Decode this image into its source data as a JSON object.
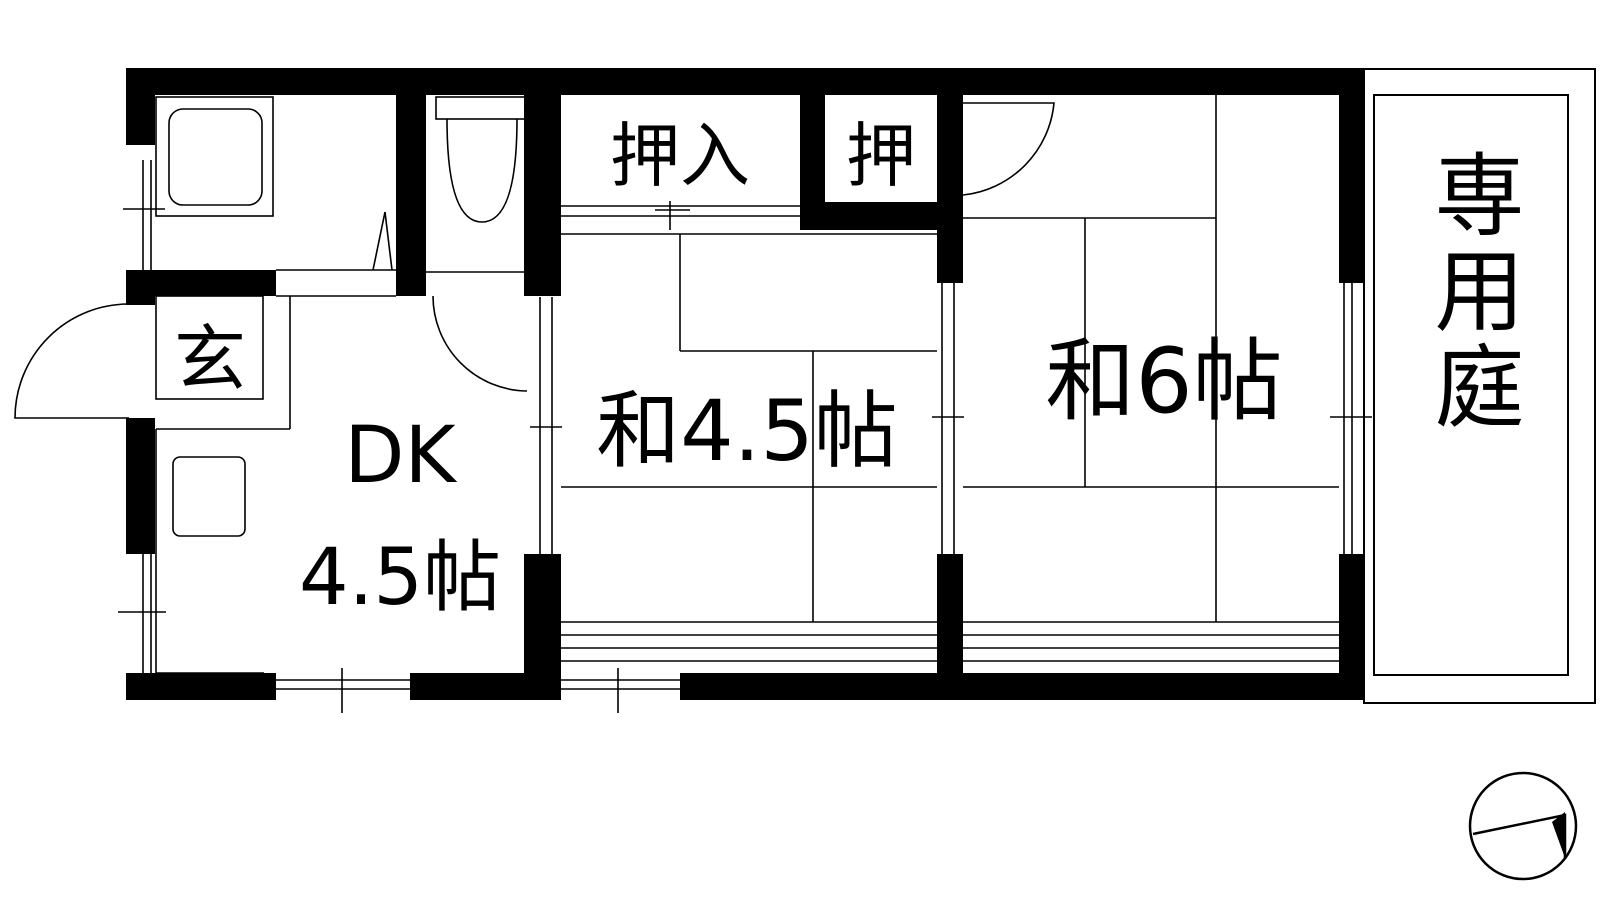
{
  "floor_plan": {
    "rooms": {
      "dk": {
        "type": "DK",
        "size": "4.5帖"
      },
      "washitsu_small": {
        "label": "和4.5帖"
      },
      "washitsu_large": {
        "label": "和6帖"
      }
    },
    "storage": {
      "oshiire": "押入",
      "oshi": "押"
    },
    "entrance": "玄",
    "garden": "専用庭",
    "compass": "north-arrow-icon"
  },
  "colors": {
    "wall": "#000000",
    "background": "#ffffff",
    "line": "#000000"
  }
}
